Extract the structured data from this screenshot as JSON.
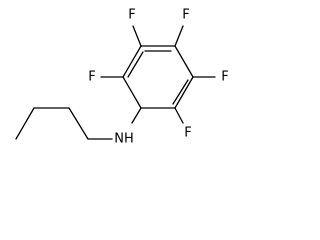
{
  "molecule": {
    "atoms": {
      "f_top_left": "F",
      "f_top_right": "F",
      "f_left": "F",
      "f_right": "F",
      "f_bottom_right": "F",
      "nh": "NH"
    }
  }
}
